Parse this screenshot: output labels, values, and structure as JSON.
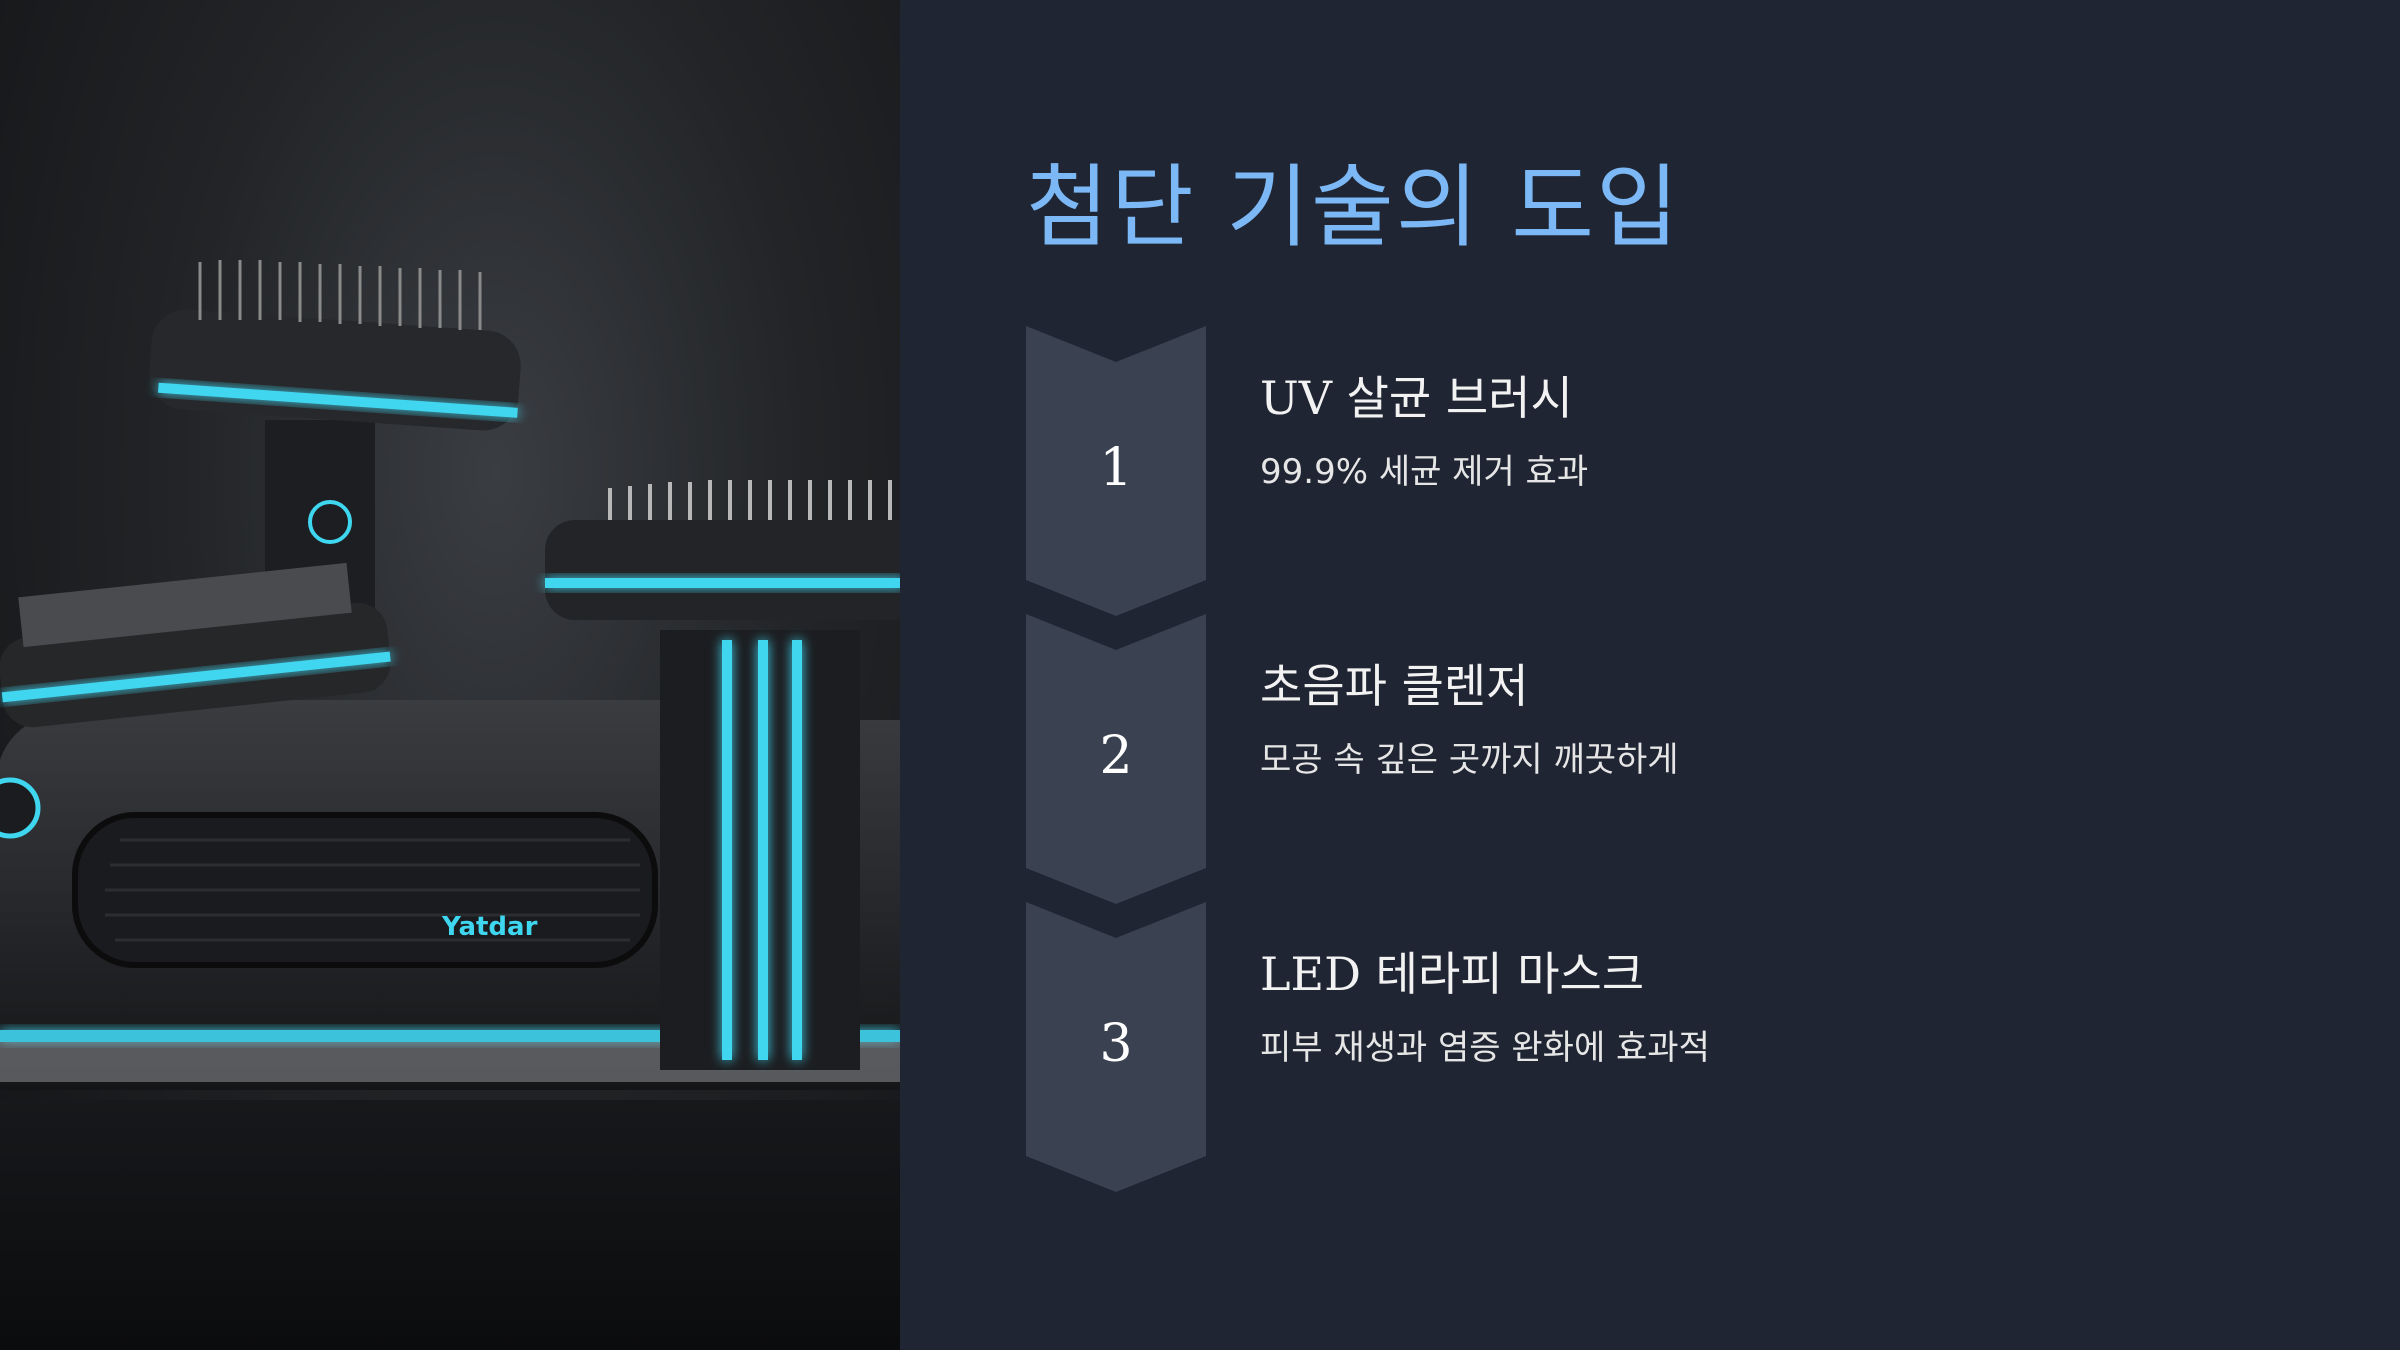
{
  "slide": {
    "title": "첨단 기술의 도입",
    "steps": [
      {
        "number": "1",
        "title": "UV 살균 브러시",
        "description": "99.9% 세균 제거 효과"
      },
      {
        "number": "2",
        "title": "초음파 클렌저",
        "description": "모공 속 깊은 곳까지 깨끗하게"
      },
      {
        "number": "3",
        "title": "LED 테라피 마스크",
        "description": "피부 재생과 염증 완화에 효과적"
      }
    ]
  },
  "hero_image": {
    "brand_text": "Yatdar",
    "accent_color": "#3fd6f0"
  },
  "colors": {
    "title": "#7cb8f5",
    "chevron": "#3a4150",
    "background": "#1f2532"
  }
}
